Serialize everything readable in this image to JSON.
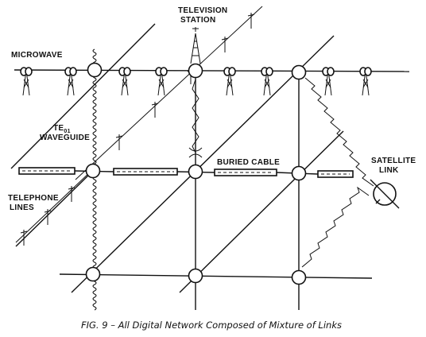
{
  "labels": {
    "microwave": "MICROWAVE",
    "television_1": "TELEVISION",
    "television_2": "STATION",
    "te01_main": "TE",
    "te01_sub": "01",
    "waveguide": "WAVEGUIDE",
    "buried_cable": "BURIED CABLE",
    "satellite_1": "SATELLITE",
    "satellite_2": "LINK",
    "telephone_1": "TELEPHONE",
    "telephone_2": "LINES"
  },
  "caption": "FIG. 9 – All Digital Network Composed of Mixture of Links",
  "colors": {
    "ink": "#111111",
    "paper": "#ffffff"
  }
}
